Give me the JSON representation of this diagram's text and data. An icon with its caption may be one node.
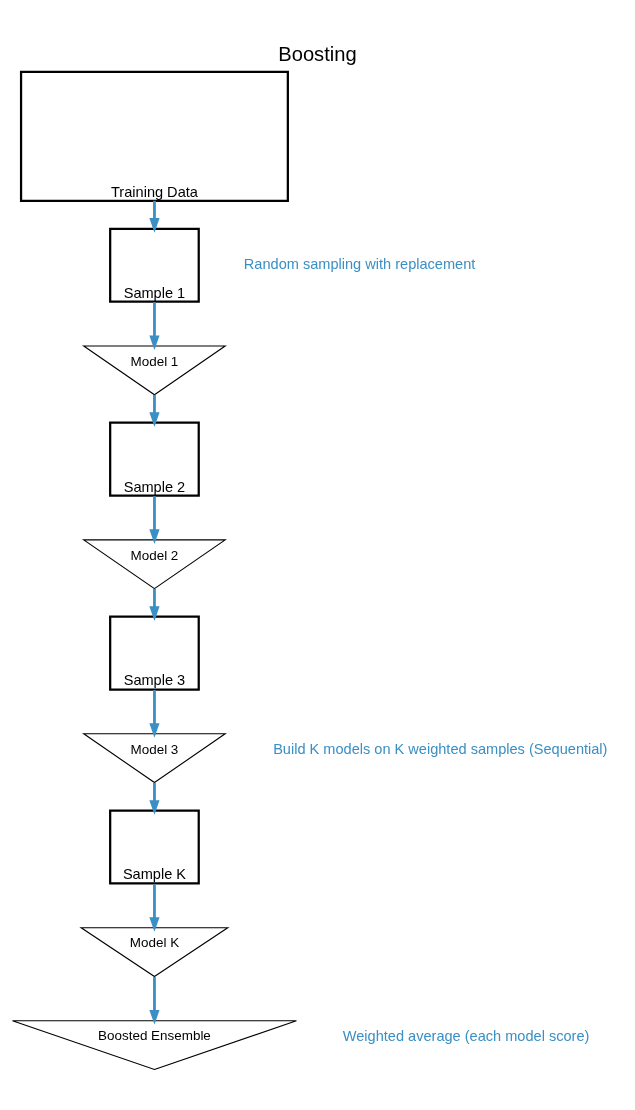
{
  "diagram": {
    "title": "Boosting",
    "nodes": [
      {
        "text": [
          "Training Data"
        ]
      },
      {
        "text": [
          "Sample 1"
        ]
      },
      {
        "text": [
          "Model 1"
        ]
      },
      {
        "text": [
          "Sample 2"
        ]
      },
      {
        "text": [
          "Model 2"
        ]
      },
      {
        "text": [
          "Sample 3"
        ]
      },
      {
        "text": [
          "Model 3"
        ]
      },
      {
        "text": [
          "Sample K"
        ]
      },
      {
        "text": [
          "Model K"
        ]
      },
      {
        "text": [
          "Boosted Ensemble"
        ]
      }
    ],
    "edges": [
      {
        "from": 0,
        "to": 1,
        "arrow": "to"
      },
      {
        "from": 1,
        "to": 2,
        "arrow": "to"
      },
      {
        "from": 2,
        "to": 3,
        "arrow": "to"
      },
      {
        "from": 3,
        "to": 4,
        "arrow": "to"
      },
      {
        "from": 4,
        "to": 5,
        "arrow": "to"
      },
      {
        "from": 5,
        "to": 6,
        "arrow": "to"
      },
      {
        "from": 6,
        "to": 7,
        "arrow": "to"
      },
      {
        "from": 7,
        "to": 8,
        "arrow": "to"
      },
      {
        "from": 8,
        "to": 9,
        "arrow": "to"
      }
    ],
    "labels": [
      "Random sampling with replacement",
      "Build K models on K weighted samples (Sequential)",
      "Weighted average (each model score)"
    ]
  }
}
